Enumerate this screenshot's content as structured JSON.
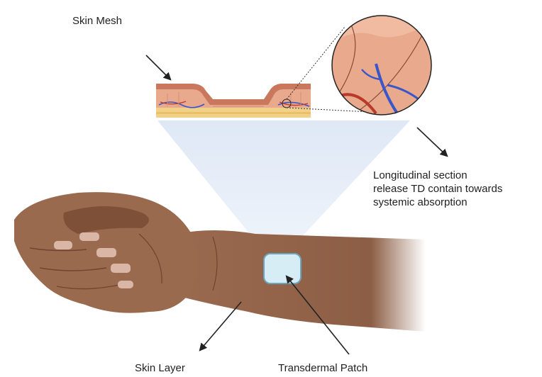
{
  "labels": {
    "skin_mesh": "Skin Mesh",
    "section_lines": [
      "Longitudinal section",
      "release TD contain towards",
      "systemic absorption"
    ],
    "skin_layer": "Skin Layer",
    "transdermal_patch": "Transdermal Patch"
  },
  "colors": {
    "skin_tone": "#9a6a4f",
    "skin_shadow": "#6f4430",
    "nail": "#d9b6a6",
    "patch_fill": "#d6edf6",
    "patch_border": "#6aa6bf",
    "projection_cone": "#e4ecf7",
    "artery": "#b83a2b",
    "vein": "#3a56c9",
    "arrow": "#222222"
  },
  "icons": [
    "skin-mesh-illustration",
    "magnifier-circle-illustration",
    "forearm-illustration",
    "patch-illustration"
  ]
}
